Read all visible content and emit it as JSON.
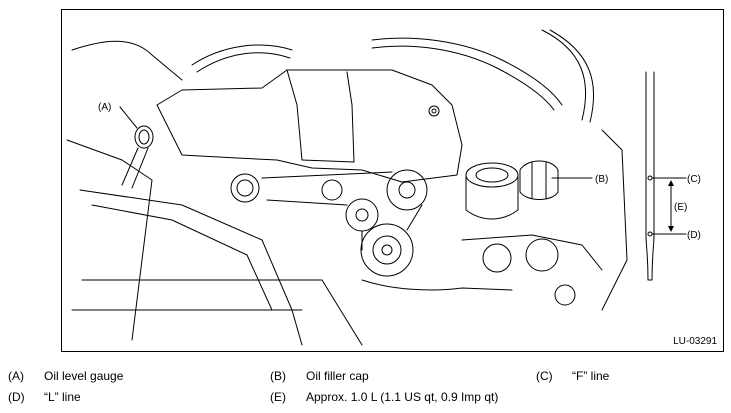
{
  "figure_code": "LU-03291",
  "callouts": {
    "a": "(A)",
    "b": "(B)",
    "c": "(C)",
    "d": "(D)",
    "e": "(E)"
  },
  "legend": [
    {
      "key": "(A)",
      "text": "Oil level gauge"
    },
    {
      "key": "(B)",
      "text": "Oil filler cap"
    },
    {
      "key": "(C)",
      "text": "“F” line"
    },
    {
      "key": "(D)",
      "text": "“L” line"
    },
    {
      "key": "(E)",
      "text": "Approx. 1.0 L (1.1 US qt, 0.9 Imp qt)"
    }
  ]
}
